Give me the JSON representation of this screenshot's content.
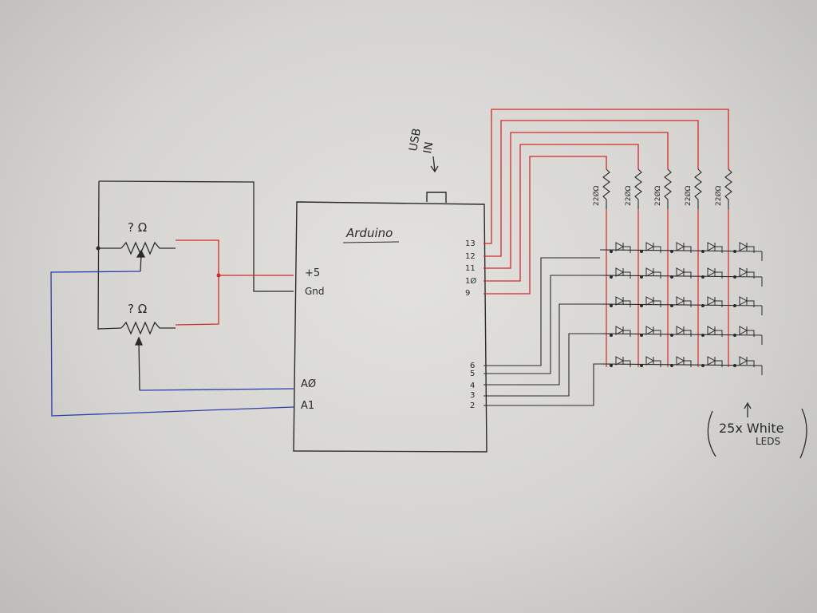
{
  "labels": {
    "arduino": "Arduino",
    "usb_line1": "USB",
    "usb_line2": "IN",
    "pin_5v": "+5",
    "pin_gnd": "Gnd",
    "pin_a0": "AØ",
    "pin_a1": "A1",
    "pot_top": "? Ω",
    "pot_bottom": "? Ω",
    "right_pins": [
      "13",
      "12",
      "11",
      "1Ø",
      "9"
    ],
    "bottom_pins": [
      "6",
      "5",
      "4",
      "3",
      "2"
    ],
    "resistor_label": "22ØΩ",
    "led_note_line1": "25x White",
    "led_note_line2": "LEDS"
  },
  "colors": {
    "paper": "#d8d7d4",
    "ink": "#2a2a2a",
    "red_wire": "#d42a2a",
    "blue_wire": "#2a3fa8"
  }
}
